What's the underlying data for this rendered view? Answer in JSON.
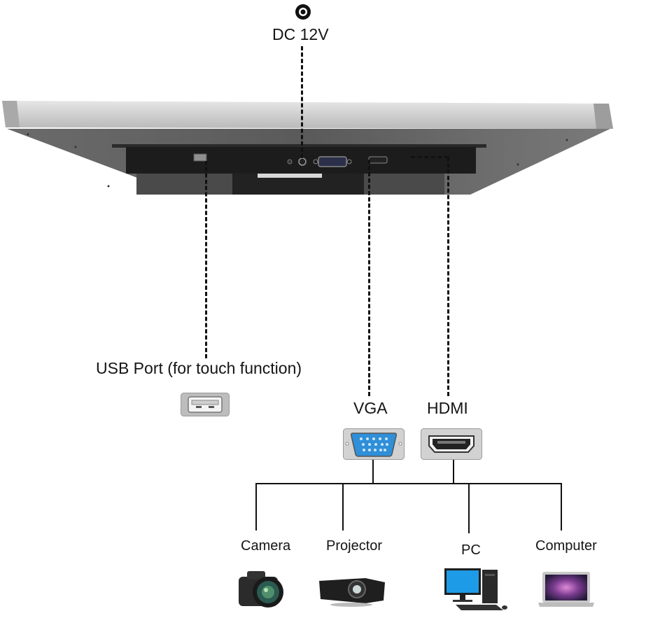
{
  "diagram": {
    "title_power": "DC 12V",
    "usb_label": "USB Port (for touch function)",
    "vga_label": "VGA",
    "hdmi_label": "HDMI",
    "devices": [
      {
        "label": "Camera",
        "icon": "camera-icon"
      },
      {
        "label": "Projector",
        "icon": "projector-icon"
      },
      {
        "label": "PC",
        "icon": "desktop-pc-icon"
      },
      {
        "label": "Computer",
        "icon": "laptop-icon"
      }
    ],
    "monitor": {
      "description": "Open frame monitor bottom view",
      "ports": [
        "DC 12V",
        "USB",
        "VGA",
        "HDMI"
      ]
    },
    "colors": {
      "vga_blue": "#2f8fd8",
      "frame_silver": "#c9c9c9",
      "panel_black": "#1c1c1c"
    }
  }
}
